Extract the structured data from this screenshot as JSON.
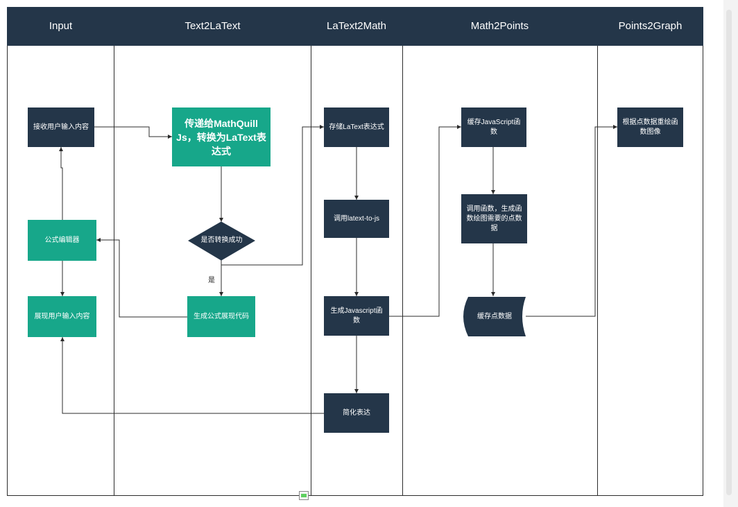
{
  "lanes": [
    "Input",
    "Text2LaText",
    "LaText2Math",
    "Math2Points",
    "Points2Graph"
  ],
  "nodes": {
    "receive_input": "接收用户输入内容",
    "formula_editor": "公式编辑器",
    "show_input": "展现用户输入内容",
    "pass_mathquill": "传递给MathQuill Js，转换为LaText表达式",
    "convert_success": "是否转换成功",
    "yes_label": "是",
    "gen_formula_code": "生成公式展现代码",
    "store_latext": "存储LaText表达式",
    "call_latext_to_js": "调用latext-to-js",
    "gen_js_function": "生成Javascript函数",
    "simplify": "简化表达",
    "cache_js_function": "缓存JavaScript函数",
    "call_function_points": "调用函数，生成函数绘图需要的点数据",
    "cache_points": "缓存点数据",
    "redraw_graph": "根据点数据重绘函数图像"
  },
  "colors": {
    "header": "#243649",
    "dark_node": "#243649",
    "teal_node": "#17a78a",
    "edge": "#2b2b2b"
  }
}
